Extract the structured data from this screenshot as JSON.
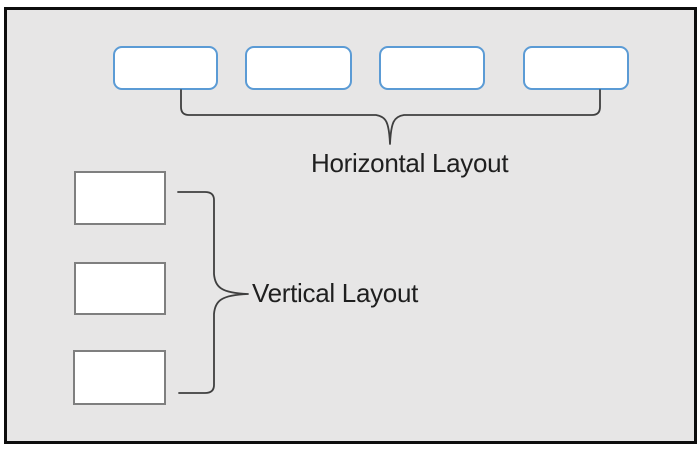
{
  "diagram": {
    "horizontal_group": {
      "label": "Horizontal Layout",
      "box_count": 4,
      "box_style": "rounded-rectangle",
      "box_border_color": "#5b9bd5"
    },
    "vertical_group": {
      "label": "Vertical Layout",
      "box_count": 3,
      "box_style": "rectangle",
      "box_border_color": "#7f7f7f"
    },
    "colors": {
      "background": "#e7e6e6",
      "frame_border": "#0d0d0d",
      "box_fill": "#ffffff",
      "brace_stroke": "#3f3f3f",
      "label_text": "#1f1f1f"
    }
  }
}
